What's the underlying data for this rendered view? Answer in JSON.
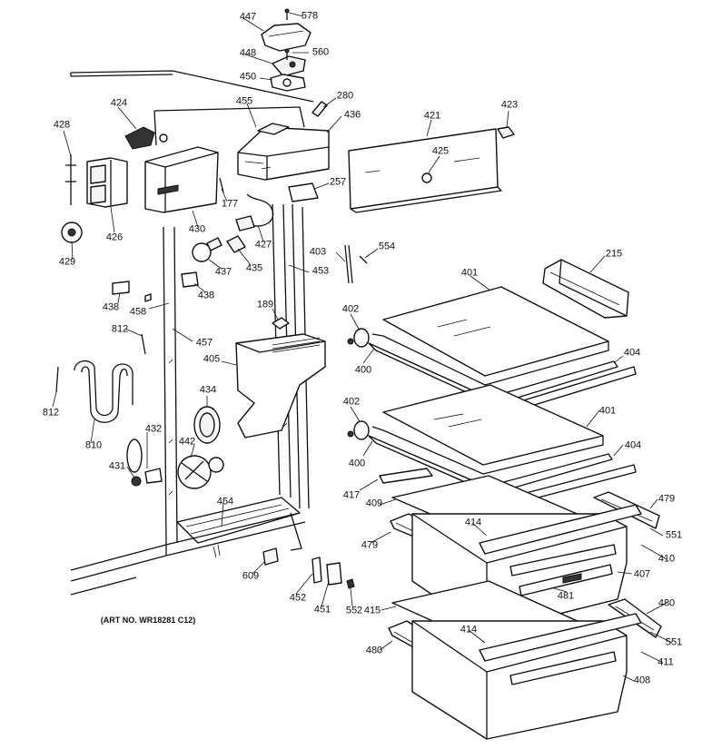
{
  "art_number": "(ART NO. WR18281 C12)",
  "callouts": [
    {
      "key": "c578",
      "text": "578"
    },
    {
      "key": "c447",
      "text": "447"
    },
    {
      "key": "c448",
      "text": "448"
    },
    {
      "key": "c560",
      "text": "560"
    },
    {
      "key": "c450",
      "text": "450"
    },
    {
      "key": "c280",
      "text": "280"
    },
    {
      "key": "c455",
      "text": "455"
    },
    {
      "key": "c436",
      "text": "436"
    },
    {
      "key": "c421",
      "text": "421"
    },
    {
      "key": "c423",
      "text": "423"
    },
    {
      "key": "c424",
      "text": "424"
    },
    {
      "key": "c428",
      "text": "428"
    },
    {
      "key": "c425",
      "text": "425"
    },
    {
      "key": "c257",
      "text": "257"
    },
    {
      "key": "c177",
      "text": "177"
    },
    {
      "key": "c430",
      "text": "430"
    },
    {
      "key": "c426",
      "text": "426"
    },
    {
      "key": "c427",
      "text": "427"
    },
    {
      "key": "c403",
      "text": "403"
    },
    {
      "key": "c554",
      "text": "554"
    },
    {
      "key": "c429",
      "text": "429"
    },
    {
      "key": "c437",
      "text": "437"
    },
    {
      "key": "c435",
      "text": "435"
    },
    {
      "key": "c453",
      "text": "453"
    },
    {
      "key": "c215",
      "text": "215"
    },
    {
      "key": "c401a",
      "text": "401"
    },
    {
      "key": "c438a",
      "text": "438"
    },
    {
      "key": "c438b",
      "text": "438"
    },
    {
      "key": "c458",
      "text": "458"
    },
    {
      "key": "c189",
      "text": "189"
    },
    {
      "key": "c402a",
      "text": "402"
    },
    {
      "key": "c812a",
      "text": "812"
    },
    {
      "key": "c457",
      "text": "457"
    },
    {
      "key": "c405",
      "text": "405"
    },
    {
      "key": "c404a",
      "text": "404"
    },
    {
      "key": "c400a",
      "text": "400"
    },
    {
      "key": "c434",
      "text": "434"
    },
    {
      "key": "c812b",
      "text": "812"
    },
    {
      "key": "c402b",
      "text": "402"
    },
    {
      "key": "c401b",
      "text": "401"
    },
    {
      "key": "c432",
      "text": "432"
    },
    {
      "key": "c810",
      "text": "810"
    },
    {
      "key": "c442",
      "text": "442"
    },
    {
      "key": "c404b",
      "text": "404"
    },
    {
      "key": "c400b",
      "text": "400"
    },
    {
      "key": "c431",
      "text": "431"
    },
    {
      "key": "c417",
      "text": "417"
    },
    {
      "key": "c479a",
      "text": "479"
    },
    {
      "key": "c409",
      "text": "409"
    },
    {
      "key": "c454",
      "text": "454"
    },
    {
      "key": "c414a",
      "text": "414"
    },
    {
      "key": "c551a",
      "text": "551"
    },
    {
      "key": "c479b",
      "text": "479"
    },
    {
      "key": "c410",
      "text": "410"
    },
    {
      "key": "c407",
      "text": "407"
    },
    {
      "key": "c609",
      "text": "609"
    },
    {
      "key": "c452",
      "text": "452"
    },
    {
      "key": "c481",
      "text": "481"
    },
    {
      "key": "c480a",
      "text": "480"
    },
    {
      "key": "c451",
      "text": "451"
    },
    {
      "key": "c552",
      "text": "552"
    },
    {
      "key": "c415",
      "text": "415"
    },
    {
      "key": "c414b",
      "text": "414"
    },
    {
      "key": "c551b",
      "text": "551"
    },
    {
      "key": "c480b",
      "text": "480"
    },
    {
      "key": "c411",
      "text": "411"
    },
    {
      "key": "c408",
      "text": "408"
    }
  ]
}
